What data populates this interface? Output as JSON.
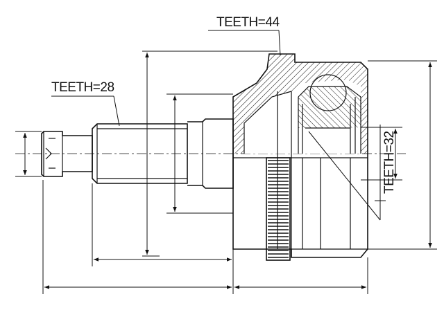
{
  "labels": {
    "teeth_44": "TEETH=44",
    "teeth_28": "TEETH=28",
    "teeth_32": "TEETH=32"
  },
  "colors": {
    "line": "#111111",
    "background": "#ffffff"
  }
}
